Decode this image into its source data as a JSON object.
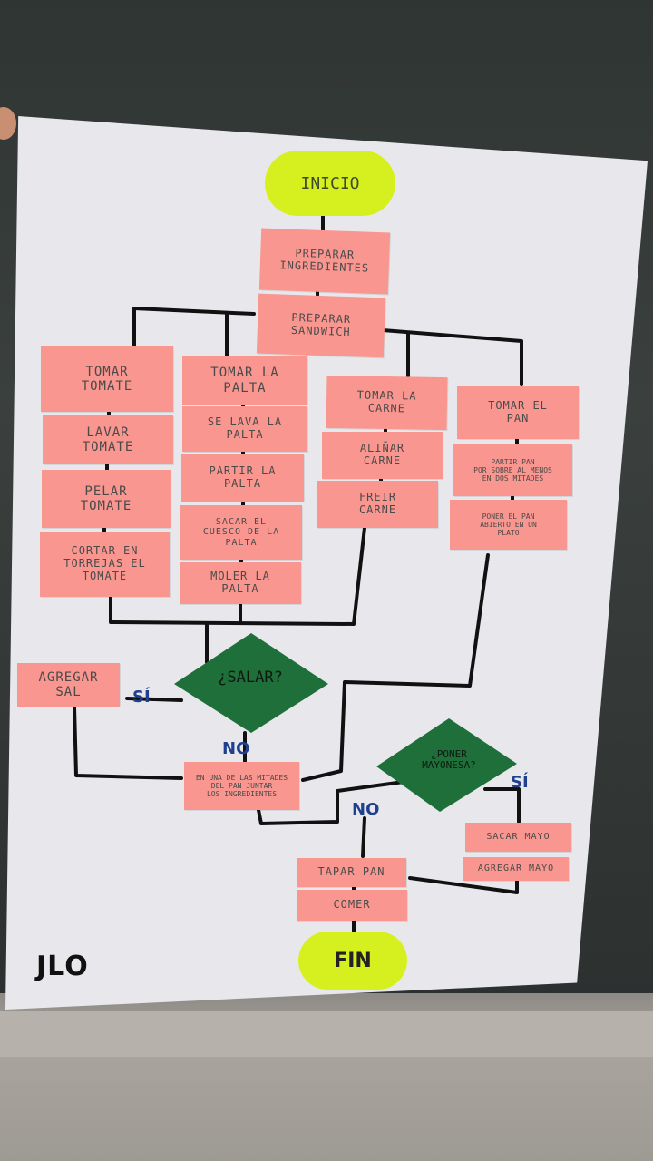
{
  "flowchart": {
    "start": "INICIO",
    "end": "FIN",
    "prepare_ingredients": "PREPARAR\nINGREDIENTES",
    "prepare_sandwich": "PREPARAR\nSANDWICH",
    "branches": {
      "tomato": [
        "TOMAR\nTOMATE",
        "LAVAR\nTOMATE",
        "PELAR\nTOMATE",
        "CORTAR EN\nTORREJAS EL\nTOMATE"
      ],
      "avocado": [
        "TOMAR LA\nPALTA",
        "SE LAVA LA\nPALTA",
        "PARTIR LA\nPALTA",
        "SACAR EL\nCUESCO DE LA\nPALTA",
        "MOLER LA\nPALTA"
      ],
      "meat": [
        "TOMAR LA\nCARNE",
        "ALIÑAR\nCARNE",
        "FREIR\nCARNE"
      ],
      "bread": [
        "TOMAR EL\nPAN",
        "PARTIR PAN\nPOR SOBRE AL MENOS\nEN DOS MITADES",
        "PONER EL PAN\nABIERTO EN UN\nPLATO"
      ]
    },
    "salt_question": "¿SALAR?",
    "add_salt": "AGREGAR\nSAL",
    "join_ingredients": "EN UNA DE LAS MITADES\nDEL PAN JUNTAR\nLOS INGREDIENTES",
    "mayo_question": "¿PONER\nMAYONESA?",
    "take_mayo": "SACAR MAYO",
    "add_mayo": "AGREGAR MAYO",
    "cover_bread": "TAPAR PAN",
    "eat": "COMER",
    "yes_label": "SÍ",
    "no_label": "NO",
    "signature": "JLO"
  },
  "colors": {
    "sticky_pink": "#f9968f",
    "terminal_yellow": "#d6f01f",
    "decision_green": "#1e6f3a",
    "yes_no_blue": "#1f3f8f"
  }
}
